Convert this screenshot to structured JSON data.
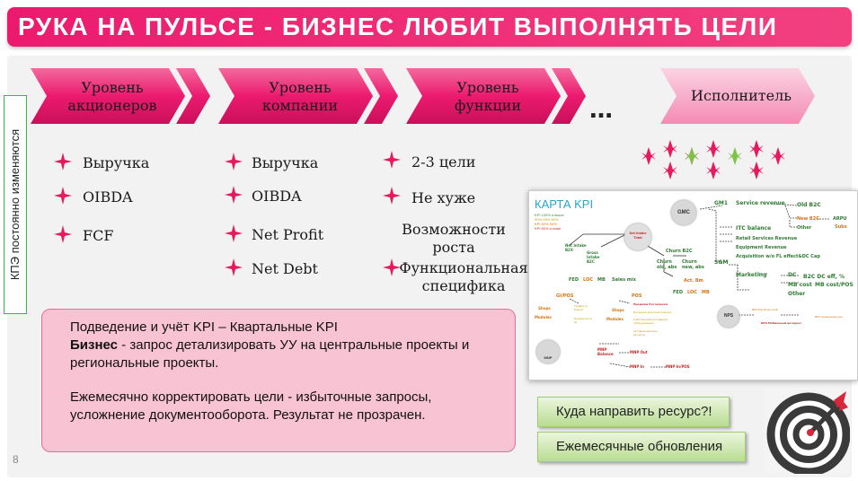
{
  "title": "РУКА НА ПУЛЬСЕ - БИЗНЕС ЛЮБИТ ВЫПОЛНЯТЬ ЦЕЛИ",
  "side_label": "КПЭ постоянно изменяются",
  "levels": [
    {
      "label": "Уровень акционеров"
    },
    {
      "label": "Уровень компании"
    },
    {
      "label": "Уровень функции"
    },
    {
      "label": "Исполнитель"
    }
  ],
  "ellipsis": "…",
  "columns": [
    {
      "items": [
        "Выручка",
        "OIBDA",
        "FCF"
      ]
    },
    {
      "items": [
        "Выручка",
        "OIBDA",
        "Net Profit",
        "Net Debt"
      ]
    },
    {
      "items": [
        "2-3 цели",
        "Не хуже",
        "Возможности роста",
        "Функциональная специфика"
      ]
    }
  ],
  "info": {
    "line1": "Подведение и учёт KPI – Квартальные KPI",
    "bold": "Бизнес",
    "line2": " - запрос детализировать УУ на центральные проекты и региональные проекты.",
    "line3": "Ежемесячно корректировать цели - избыточные запросы, усложнение документооборота. Результат не прозрачен."
  },
  "buttons": {
    "b1": "Куда направить ресурс?!",
    "b2": "Ежемесячные обновления"
  },
  "page_number": "8",
  "kpi_map": {
    "title": "КАРТА KPI",
    "legend": [
      "KPI 100% и выше",
      "90%-99% 60%",
      "KPI 80% 30%",
      "KPI 80% и ниже"
    ],
    "nodes": {
      "gmc": "GMC",
      "net_intake_total": "Net Intake Total",
      "nps": "NPS",
      "mnp": "MNP"
    },
    "labels": {
      "gm1": "GM1",
      "service_revenue": "Service revenue",
      "old_b2c": "Old B2C",
      "new_b2c": "New B2C",
      "arpu": "ARPU",
      "subs": "Subs",
      "other1": "Other",
      "itc_balance": "ITC balance",
      "retail": "Retail Services Revenue",
      "equipment": "Equipment Revenue",
      "sm": "S&M",
      "acquisition": "Acquisition w/o FL effect&DC Cap",
      "marketing": "Marketing",
      "dc": "DC",
      "b2c_dc": "B2C DC eff, %",
      "mb_cost": "MB cost",
      "mb_cost_pos": "MB cost/POS",
      "other2": "Other",
      "net_intake_b2x": "Net Intake B2X",
      "gross_intake": "Gross Intake B2C",
      "churn_b2c": "Churn B2C",
      "churn_old": "Churn old, abs",
      "churn_new": "Churn new, abs",
      "fed": "FED",
      "loc": "LOC",
      "mb": "MB",
      "sales_mix": "Sales mix",
      "act_bm": "Act. Bm",
      "fed2": "FED",
      "loc2": "LOC",
      "mb2": "MB",
      "gi_pos": "GI/POS",
      "pos": "POS",
      "shops": "Shops",
      "modules": "Modules",
      "shops2": "Shops",
      "modules2": "Modules",
      "trad1": "Трафик в бизнес",
      "konv": "Конверсия в GI",
      "prod1": "Продажи Ростелеком",
      "prod2": "Продажи дополнительных",
      "prod3": "Собственная активация оборудования",
      "prod4": "Активированные ресурсы",
      "nps_top": "NPS Top Down GAP",
      "nps_self": "NPS Сравнение цен",
      "nps_mob": "NPS Мобильный интернет",
      "mnp_balance": "MNP Balance",
      "mnp_out": "MNP Out",
      "mnp_in": "MNP In",
      "mnp_in_pos": "MNP In/POS"
    }
  },
  "colors": {
    "accent": "#ec1a6f",
    "chevron": "#ec1a6f",
    "box_fill": "#f8c3d2",
    "green": "#b9dc93",
    "target_red": "#d8263a"
  }
}
